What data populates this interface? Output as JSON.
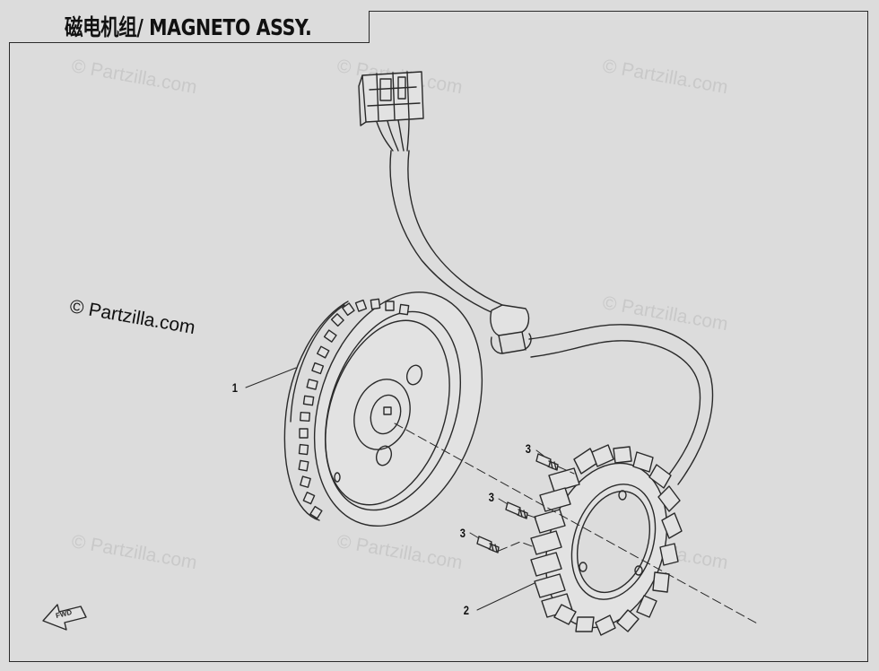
{
  "diagram": {
    "title": "磁电机组/ MAGNETO ASSY.",
    "watermark_main": "© Partzilla.com",
    "watermark_faint": "© Partzilla.com",
    "callouts": {
      "flywheel": "1",
      "stator": "2",
      "bolt_top": "3",
      "bolt_mid": "3",
      "bolt_low": "3"
    },
    "direction_label": "FWD"
  },
  "colors": {
    "background": "#dcdcdc",
    "line": "#2a2a2a",
    "watermark": "#c9c9c9"
  }
}
